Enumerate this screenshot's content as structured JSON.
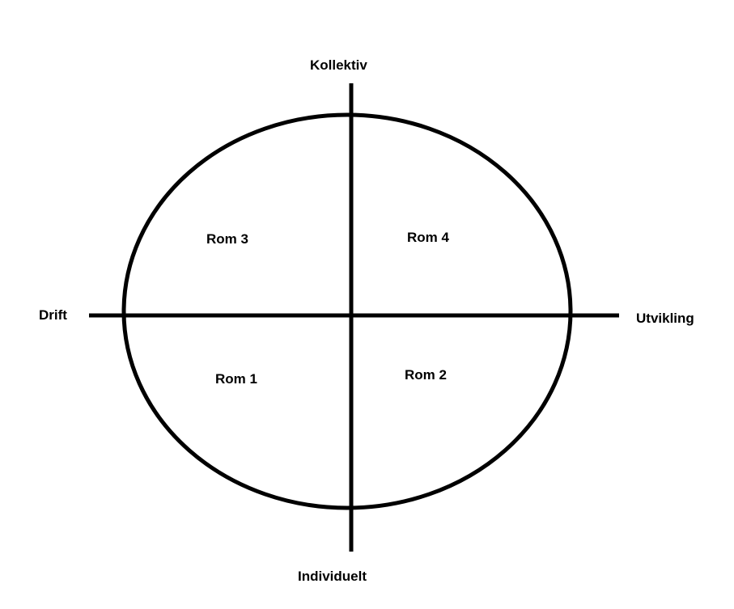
{
  "axes": {
    "top": "Kollektiv",
    "bottom": "Individuelt",
    "left": "Drift",
    "right": "Utvikling"
  },
  "quadrants": {
    "top_left": "Rom 3",
    "top_right": "Rom 4",
    "bottom_left": "Rom 1",
    "bottom_right": "Rom 2"
  }
}
